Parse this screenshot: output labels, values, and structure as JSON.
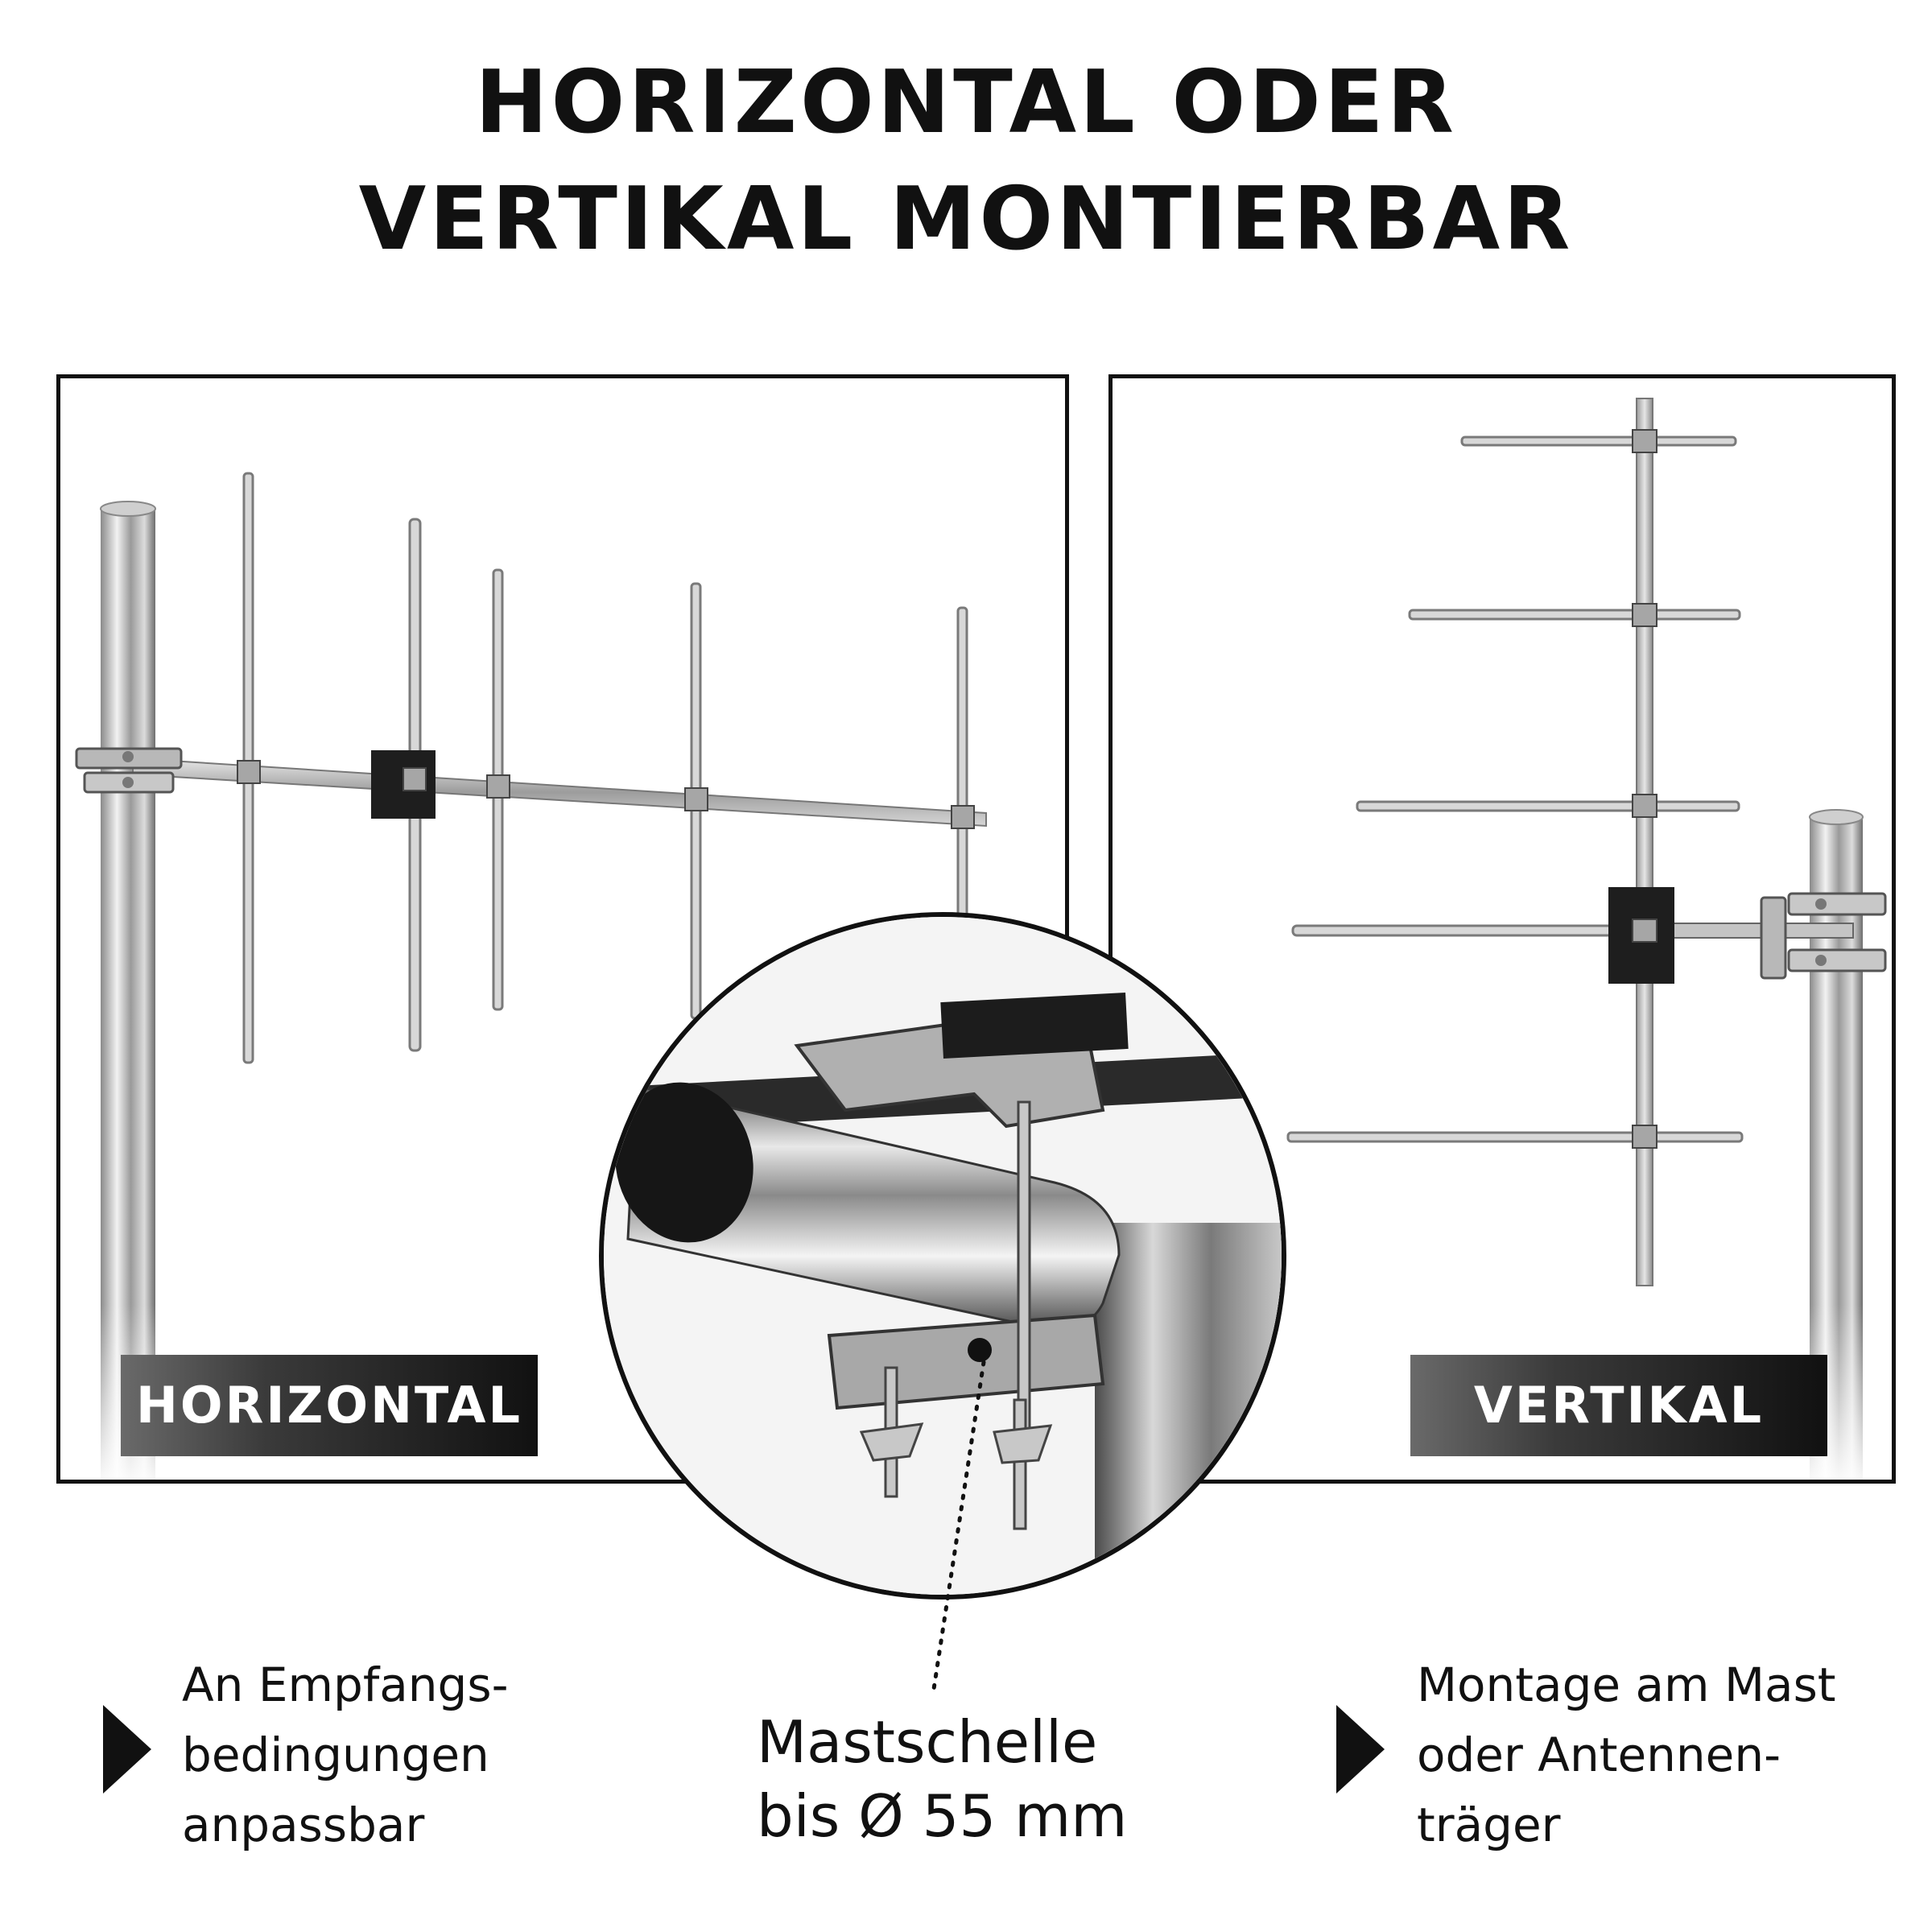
{
  "title": {
    "line1": "HORIZONTAL ODER",
    "line2": "VERTIKAL MONTIERBAR"
  },
  "badges": {
    "horizontal": "HORIZONTAL",
    "vertical": "VERTIKAL"
  },
  "features": {
    "left": [
      "An Empfangs-",
      "bedingungen",
      "anpassbar"
    ],
    "center": [
      "Mastschelle",
      "bis Ø 55 mm"
    ],
    "right": [
      "Montage am Mast",
      "oder Antennen-",
      "träger"
    ]
  },
  "icons": {
    "bullet": "triangle-arrow-right-icon"
  }
}
